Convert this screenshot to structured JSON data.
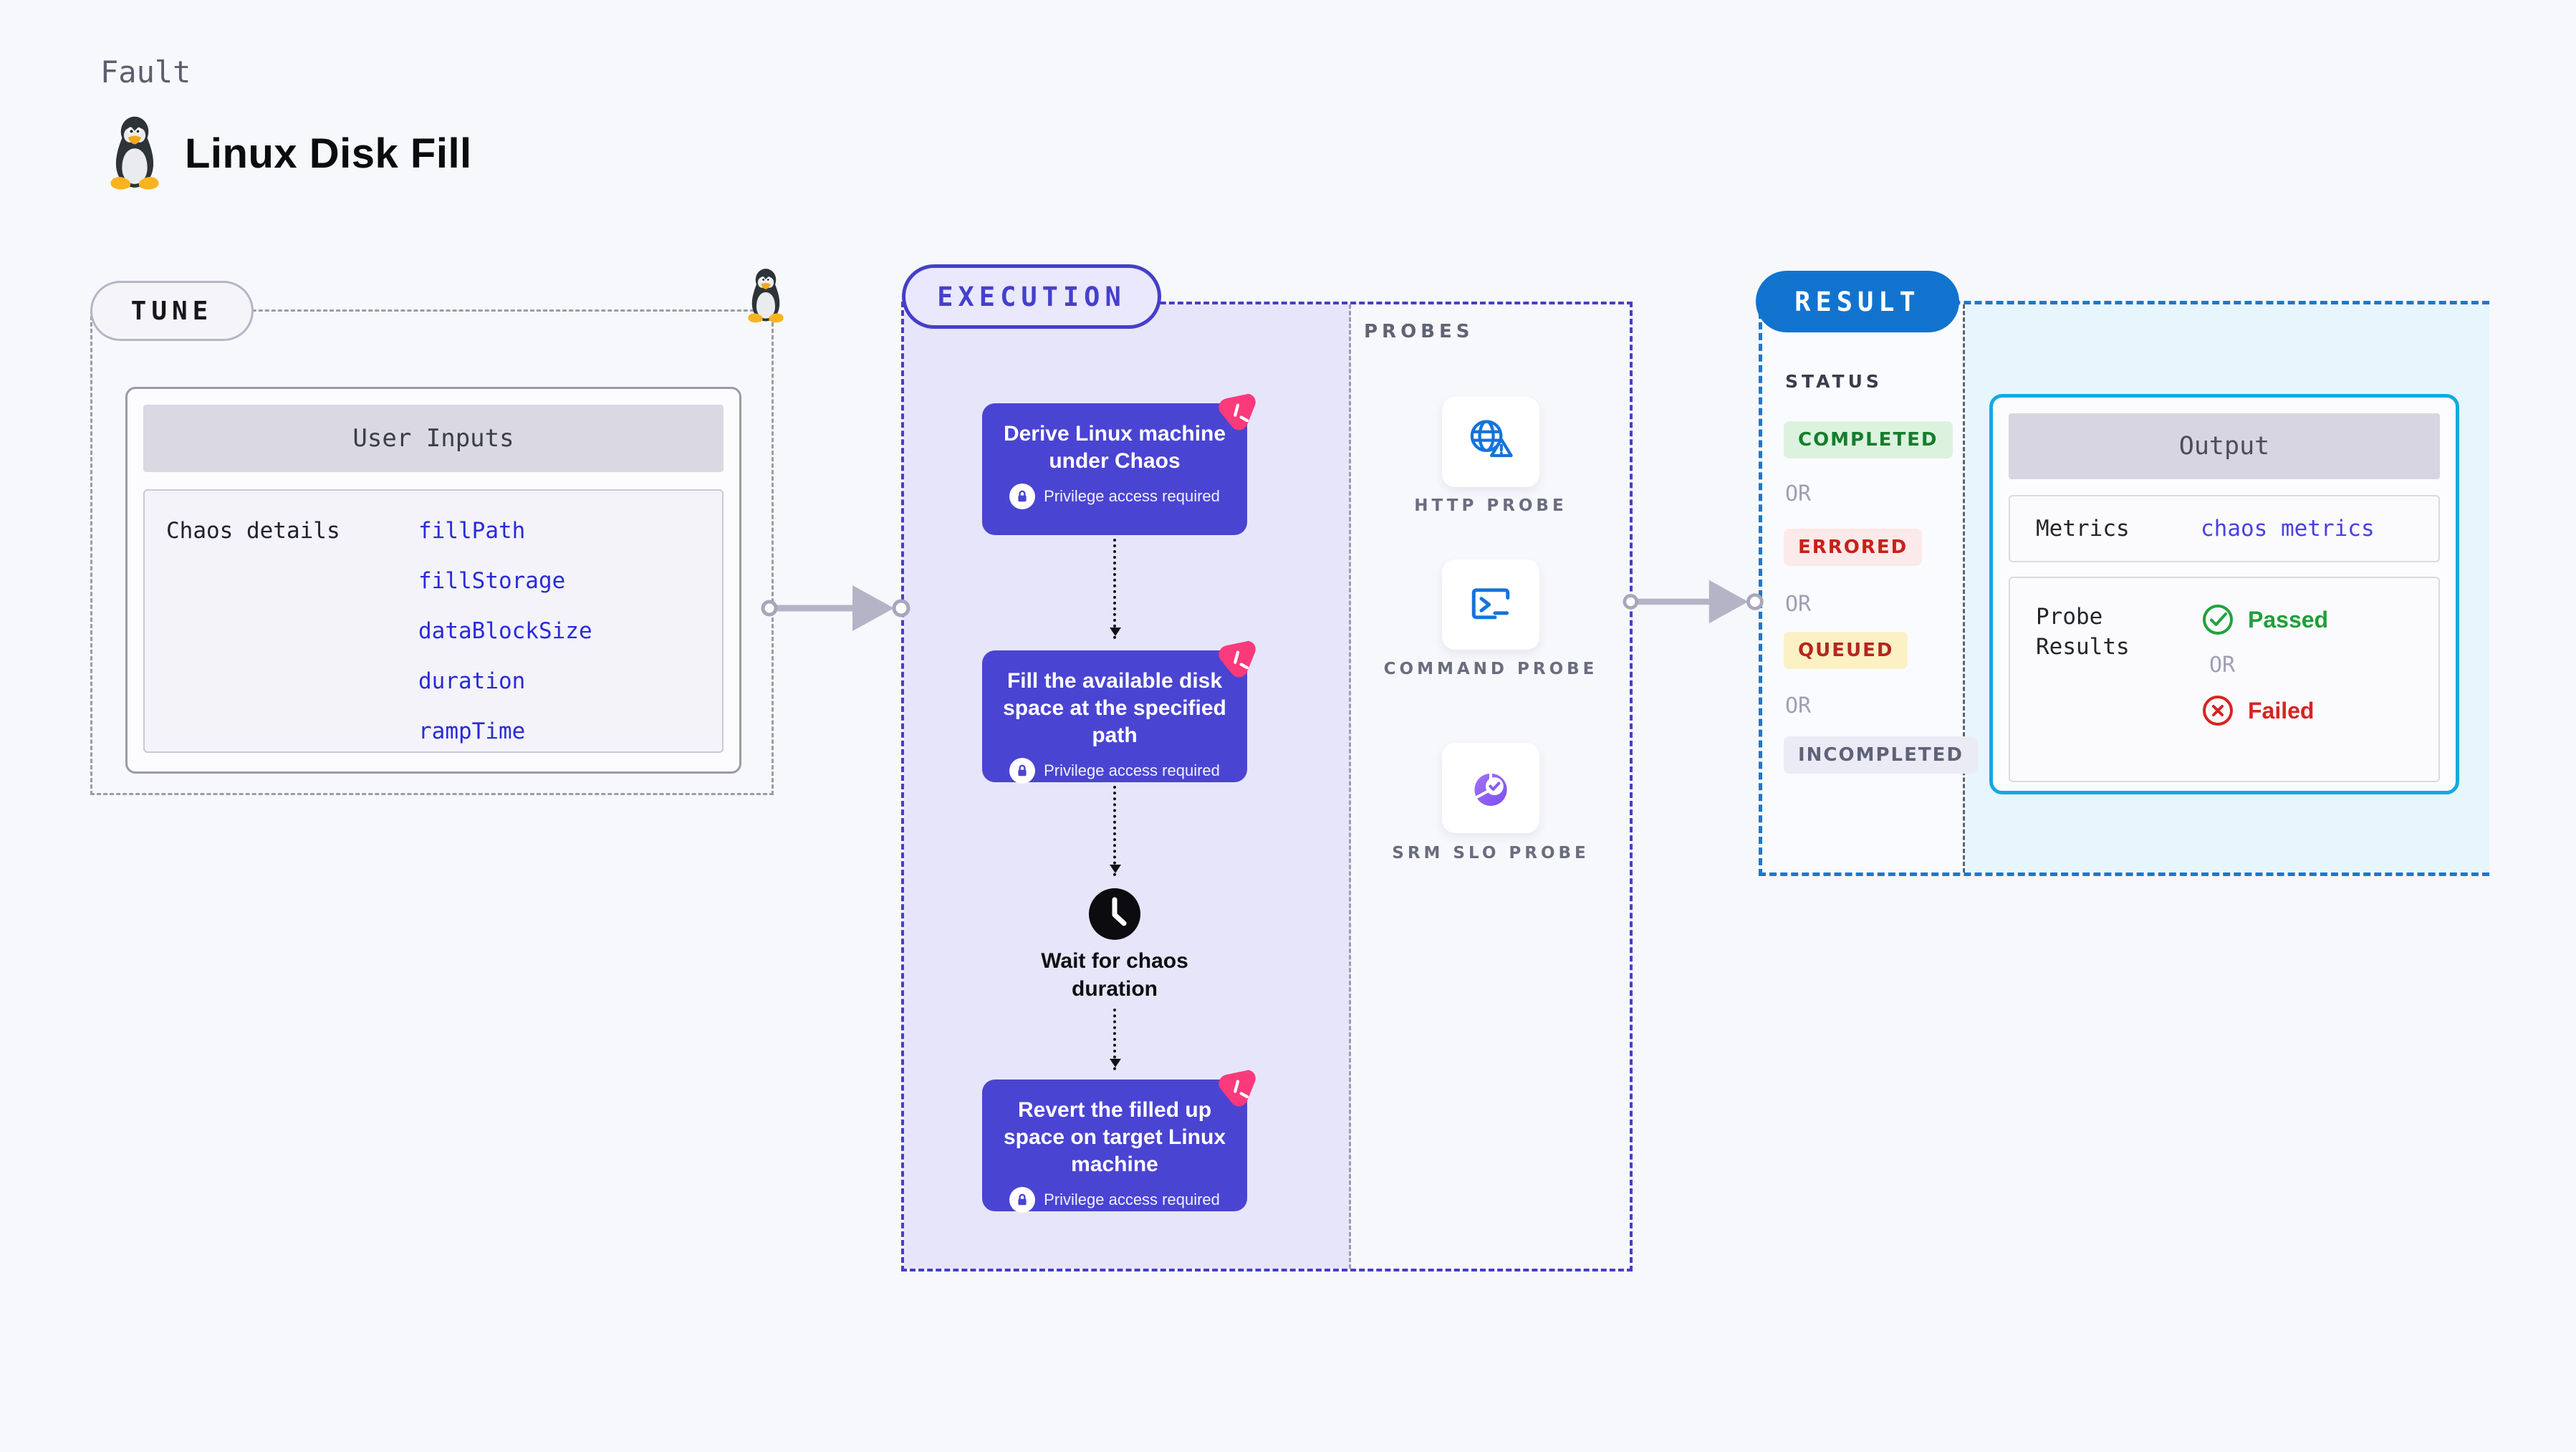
{
  "header": {
    "kicker": "Fault",
    "title": "Linux Disk Fill",
    "icon": "tux-penguin-icon"
  },
  "tune": {
    "badge": "TUNE",
    "card_header": "User Inputs",
    "row_label": "Chaos details",
    "params": [
      "fillPath",
      "fillStorage",
      "dataBlockSize",
      "duration",
      "rampTime"
    ]
  },
  "execution": {
    "badge": "EXECUTION",
    "steps": [
      {
        "title": "Derive Linux machine under Chaos",
        "note": "Privilege access required"
      },
      {
        "title": "Fill the available disk space at the specified path",
        "note": "Privilege access required"
      },
      {
        "title": "Revert the filled up space on target Linux machine",
        "note": "Privilege access required"
      }
    ],
    "wait_label": "Wait for chaos duration"
  },
  "probes": {
    "section_label": "PROBES",
    "items": [
      {
        "label": "HTTP PROBE",
        "icon": "globe-alert-icon"
      },
      {
        "label": "COMMAND PROBE",
        "icon": "terminal-icon"
      },
      {
        "label": "SRM SLO PROBE",
        "icon": "slo-donut-check-icon"
      }
    ]
  },
  "result": {
    "badge": "RESULT",
    "status_label": "STATUS",
    "or_label": "OR",
    "statuses": [
      {
        "label": "COMPLETED",
        "text_color": "#157d2c",
        "bg_color": "#dcf2df"
      },
      {
        "label": "ERRORED",
        "text_color": "#c92019",
        "bg_color": "#fce9e9"
      },
      {
        "label": "QUEUED",
        "text_color": "#b3271e",
        "bg_color": "#fcf0c5"
      },
      {
        "label": "INCOMPLETED",
        "text_color": "#5f6278",
        "bg_color": "#eaebf4"
      }
    ],
    "output": {
      "header": "Output",
      "metrics_label": "Metrics",
      "metrics_value": "chaos metrics",
      "probe_results_label": "Probe Results",
      "passed_label": "Passed",
      "or_label": "OR",
      "failed_label": "Failed"
    }
  },
  "colors": {
    "page_bg": "#f7f8fc",
    "execution_accent": "#443fc9",
    "execution_fill": "#e7e5f9",
    "step_card": "#4a44d2",
    "chaos_pink": "#fb3a7c",
    "result_accent": "#1273cf",
    "result_fill": "#e7f5fc",
    "output_border": "#13a9e1",
    "link_blue": "#2a2ad9",
    "probe_icon_blue": "#1573da",
    "slo_purple": "#8a5cf2",
    "passed_green": "#1f9e3a",
    "failed_red": "#d8231f"
  }
}
